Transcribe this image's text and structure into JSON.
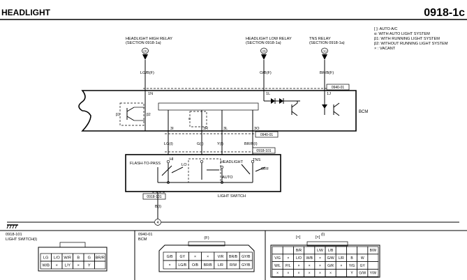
{
  "header": {
    "title": "HEADLIGHT",
    "code": "0918-1c"
  },
  "legend": [
    "[ ]: AUTO A/C",
    "α: WITH AUTO LIGHT SYSTEM",
    "β1: WITH RUNNING LIGHT SYSTEM",
    "β2: WITHOUT RUNNING LIGHT SYSTEM",
    "× : VACANT"
  ],
  "relays": [
    {
      "name": "HEADLIGHT HIGH RELAY",
      "ref": "(SECTION 0918-1a)",
      "marker": "(2)",
      "wire": "LG/B(F)",
      "pin": "1N"
    },
    {
      "name": "HEADLIGHT LOW RELAY",
      "ref": "(SECTION 0918-1a)",
      "marker": "(3)",
      "wire": "O/B(F)",
      "pin": "1L"
    },
    {
      "name": "TNS RELAY",
      "ref": "(SECTION 0918-1a)",
      "marker": "(1)",
      "wire": "BR/B(F)",
      "pin": "1J"
    }
  ],
  "bcm": {
    "label": "BCM",
    "connector": "0940-01",
    "connector_bottom": "0940-01",
    "marks": {
      "b1": "β1",
      "b2": "β2",
      "a": "α"
    },
    "pins": [
      "3I",
      "3R",
      "3L",
      "3O"
    ]
  },
  "wires_mid": [
    "LG(I)",
    "G(I)",
    "Y(I)",
    "BR/R(I)"
  ],
  "light_switch": {
    "label": "LIGHT SWITCH",
    "connector_top": "0918-101",
    "connector_bottom": "0918-101",
    "flash": "FLASH-TO-PASS",
    "hi": "HI",
    "lo": "LO",
    "headlight": "HEADLIGHT",
    "tns": "TNS",
    "off": "OFF",
    "auto": "AUTO",
    "ground_wire": "B(I)",
    "ground_marker": "4"
  },
  "bottom_connectors": {
    "left": {
      "label1": "0918-101",
      "label2": "LIGHT SWITCH(I)",
      "rows": [
        [
          "LG",
          "L/O",
          "W/R",
          "B",
          "G",
          "BR/R"
        ],
        [
          "W/B",
          "×",
          "L/Y",
          "×",
          "Y",
          ""
        ]
      ]
    },
    "mid": {
      "label1": "0940-01",
      "label2": "BCM",
      "marker": "(F)",
      "rows": [
        [
          "G/B",
          "GY",
          "×",
          "×",
          "V/R",
          "BR/B",
          "GY/B"
        ],
        [
          "×",
          "LG/B",
          "O/B",
          "BR/B",
          "L/R",
          "R/W",
          "GY/B"
        ]
      ]
    },
    "right": {
      "brackets": [
        "[×]",
        "[×]",
        "(I)"
      ],
      "rows": [
        [
          "",
          "",
          "B/R",
          "",
          "L/W",
          "L/B",
          "",
          "",
          "",
          "B/W"
        ],
        [
          "V/G",
          "×",
          "L/O",
          "W/B",
          "×",
          "G/W",
          "L/R",
          "B",
          "W",
          ""
        ],
        [
          "W/L",
          "P/L",
          "×",
          "×",
          "×",
          "G/R",
          "×",
          "Y/G",
          "GY",
          ""
        ],
        [
          "×",
          "×",
          "×",
          "×",
          "×",
          "×",
          "",
          "Y",
          "G/W",
          "Y/W"
        ]
      ]
    }
  }
}
